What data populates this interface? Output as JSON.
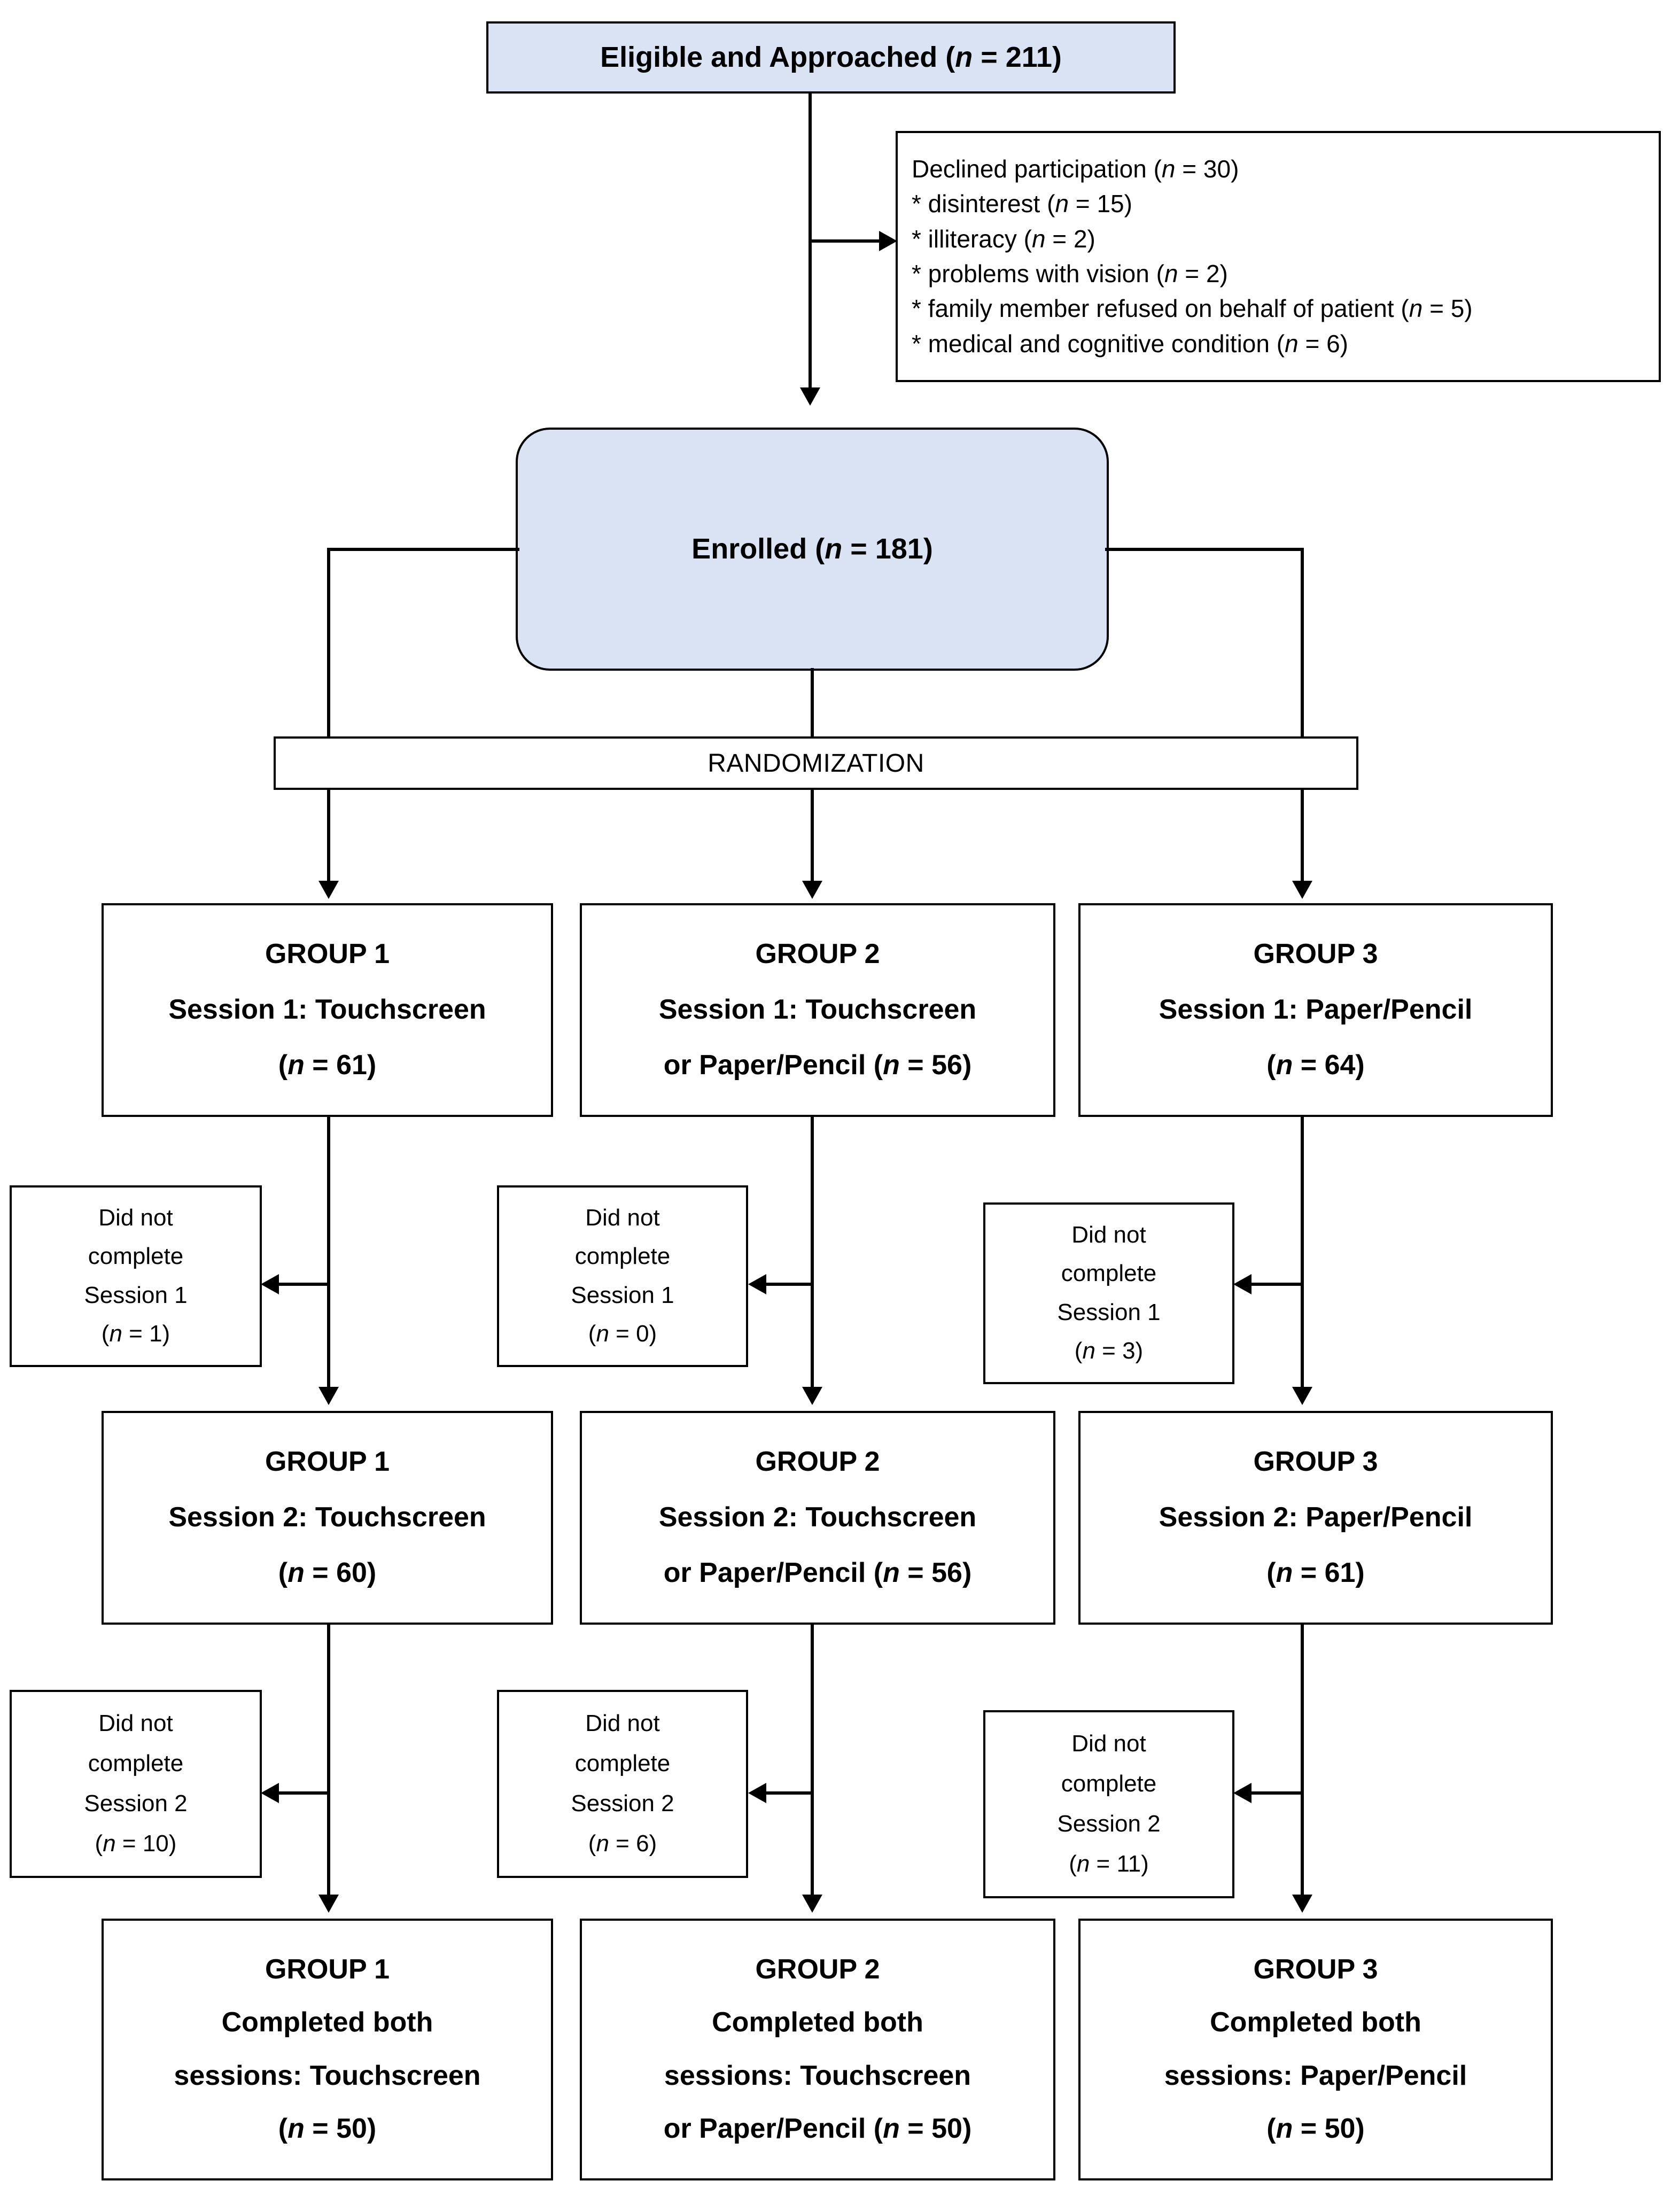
{
  "diagram": {
    "title": "CONSORT-style participant flow diagram",
    "colors": {
      "fill_highlight": "#d9e3f3",
      "stroke": "#000000",
      "background": "#ffffff"
    }
  },
  "eligible": {
    "label": "Eligible and Approached (",
    "n_italic": "n",
    "n_value": " = 211)",
    "full": "Eligible and Approached (n = 211)"
  },
  "declined": {
    "heading": "Declined participation (n = 30)",
    "reasons": [
      "* disinterest (n = 15)",
      "* illiteracy (n = 2)",
      "* problems with vision (n = 2)",
      "* family member refused on behalf of patient (n = 5)",
      "* medical and cognitive condition (n = 6)"
    ]
  },
  "enrolled": {
    "full": "Enrolled (n = 181)"
  },
  "randomization": {
    "label": "RANDOMIZATION"
  },
  "session1": {
    "groups": [
      {
        "name": "GROUP 1",
        "line2": "Session 1: Touchscreen",
        "line3": "(n = 61)",
        "n": 61
      },
      {
        "name": "GROUP 2",
        "line2": "Session 1: Touchscreen",
        "line3": "or Paper/Pencil (n = 56)",
        "n": 56
      },
      {
        "name": "GROUP 3",
        "line2": "Session 1: Paper/Pencil",
        "line3": "(n = 64)",
        "n": 64
      }
    ]
  },
  "dropout1": {
    "boxes": [
      {
        "l1": "Did not",
        "l2": "complete",
        "l3": "Session 1",
        "l4": "(n = 1)",
        "n": 1
      },
      {
        "l1": "Did not",
        "l2": "complete",
        "l3": "Session 1",
        "l4": "(n = 0)",
        "n": 0
      },
      {
        "l1": "Did not",
        "l2": "complete",
        "l3": "Session 1",
        "l4": "(n = 3)",
        "n": 3
      }
    ]
  },
  "session2": {
    "groups": [
      {
        "name": "GROUP 1",
        "line2": "Session 2: Touchscreen",
        "line3": "(n = 60)",
        "n": 60
      },
      {
        "name": "GROUP 2",
        "line2": "Session 2: Touchscreen",
        "line3": "or Paper/Pencil (n = 56)",
        "n": 56
      },
      {
        "name": "GROUP 3",
        "line2": "Session 2: Paper/Pencil",
        "line3": "(n = 61)",
        "n": 61
      }
    ]
  },
  "dropout2": {
    "boxes": [
      {
        "l1": "Did not",
        "l2": "complete",
        "l3": "Session 2",
        "l4": "(n = 10)",
        "n": 10
      },
      {
        "l1": "Did not",
        "l2": "complete",
        "l3": "Session 2",
        "l4": "(n = 6)",
        "n": 6
      },
      {
        "l1": "Did not",
        "l2": "complete",
        "l3": "Session 2",
        "l4": "(n = 11)",
        "n": 11
      }
    ]
  },
  "completed": {
    "groups": [
      {
        "name": "GROUP 1",
        "line2": "Completed both",
        "line3": "sessions: Touchscreen",
        "line4": "(n = 50)",
        "n": 50
      },
      {
        "name": "GROUP 2",
        "line2": "Completed both",
        "line3": "sessions: Touchscreen",
        "line4": "or Paper/Pencil (n = 50)",
        "n": 50
      },
      {
        "name": "GROUP 3",
        "line2": "Completed both",
        "line3": "sessions: Paper/Pencil",
        "line4": "(n = 50)",
        "n": 50
      }
    ]
  }
}
